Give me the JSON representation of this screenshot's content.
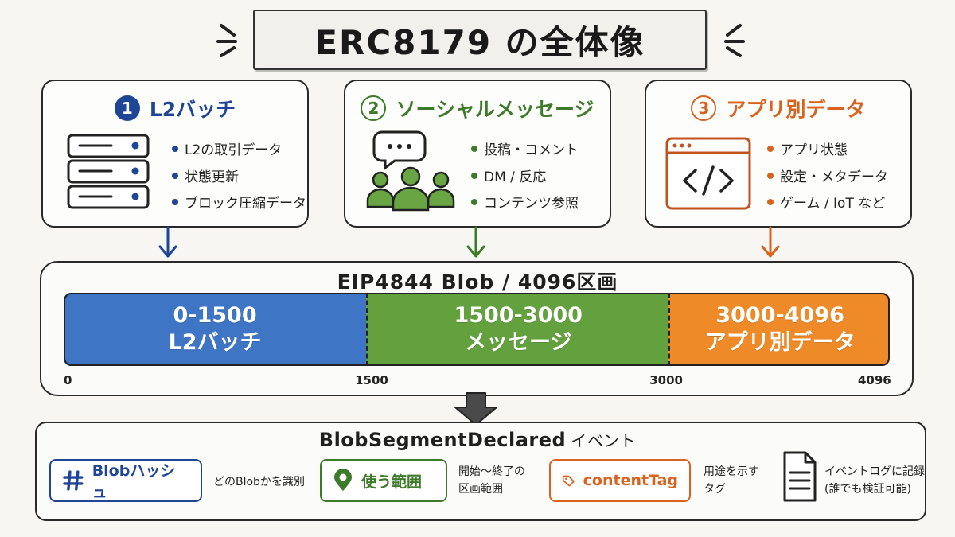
{
  "title": "ERC8179 の全体像",
  "colors": {
    "blue": "#1f4596",
    "green": "#3d7a2a",
    "orange": "#d9631e",
    "seg_blue": "#3e75c4",
    "seg_green": "#63a03e",
    "seg_orange": "#ef8a28"
  },
  "cards": [
    {
      "num": "1",
      "title": "L2バッチ",
      "icon": "server-icon",
      "bullets": [
        "L2の取引データ",
        "状態更新",
        "ブロック圧縮データ"
      ]
    },
    {
      "num": "2",
      "title": "ソーシャルメッセージ",
      "icon": "social-users-icon",
      "bullets": [
        "投稿・コメント",
        "DM / 反応",
        "コンテンツ参照"
      ]
    },
    {
      "num": "3",
      "title": "アプリ別データ",
      "icon": "code-window-icon",
      "bullets": [
        "アプリ状態",
        "設定・メタデータ",
        "ゲーム / IoT など"
      ]
    }
  ],
  "blob": {
    "title": "EIP4844 Blob / 4096区画",
    "segments": [
      {
        "range": "0-1500",
        "label": "L2バッチ",
        "start": 0,
        "end": 1500
      },
      {
        "range": "1500-3000",
        "label": "メッセージ",
        "start": 1500,
        "end": 3000
      },
      {
        "range": "3000-4096",
        "label": "アプリ別データ",
        "start": 3000,
        "end": 4096
      }
    ],
    "ticks": [
      "0",
      "1500",
      "3000",
      "4096"
    ],
    "total": 4096
  },
  "event": {
    "title": "BlobSegmentDeclared",
    "suffix": "イベント",
    "fields": [
      {
        "label": "Blobハッシュ",
        "icon": "hash-icon",
        "desc_lines": [
          "どのBlobかを識別"
        ]
      },
      {
        "label": "使う範囲",
        "icon": "location-pin-icon",
        "desc_lines": [
          "開始〜終了の",
          "区画範囲"
        ]
      },
      {
        "label": "contentTag",
        "icon": "tag-icon",
        "desc_lines": [
          "用途を示す",
          "タグ"
        ]
      }
    ],
    "log": {
      "icon": "document-icon",
      "lines": [
        "イベントログに記録",
        "(誰でも検証可能)"
      ]
    }
  }
}
